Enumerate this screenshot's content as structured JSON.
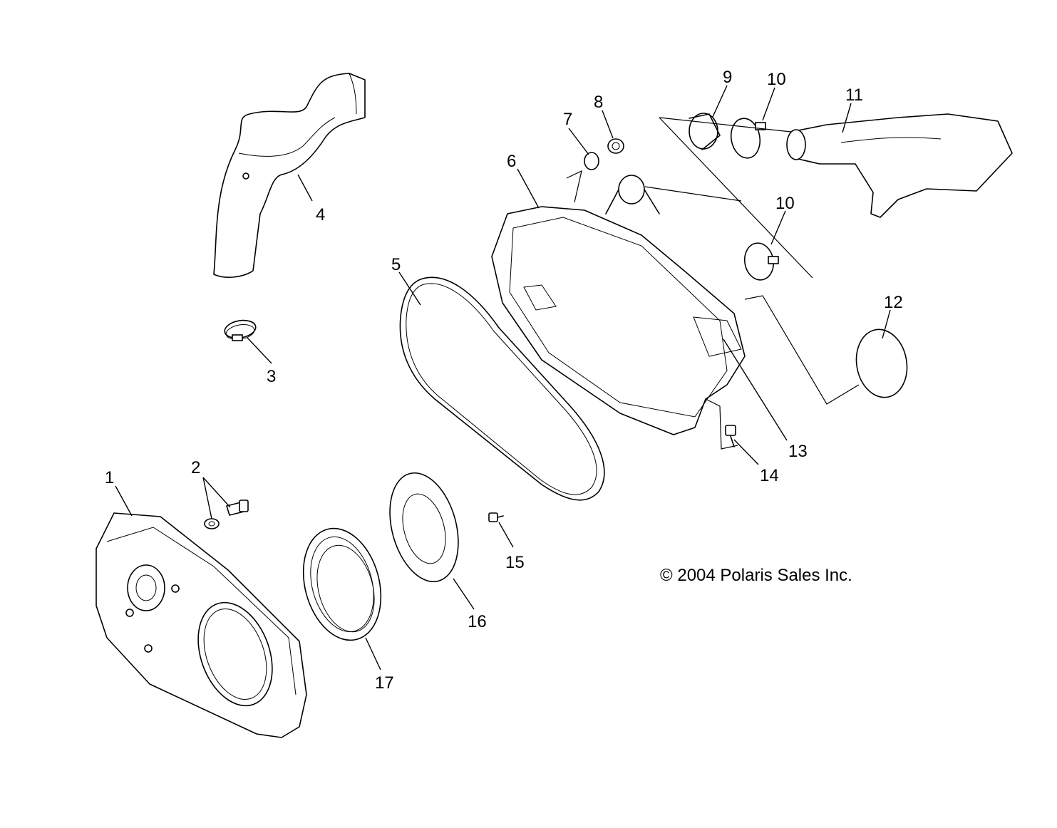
{
  "diagram": {
    "callouts": [
      "1",
      "2",
      "3",
      "4",
      "5",
      "6",
      "7",
      "8",
      "9",
      "10",
      "10",
      "11",
      "12",
      "13",
      "14",
      "15",
      "16",
      "17"
    ],
    "copyright": "© 2004 Polaris Sales Inc."
  }
}
